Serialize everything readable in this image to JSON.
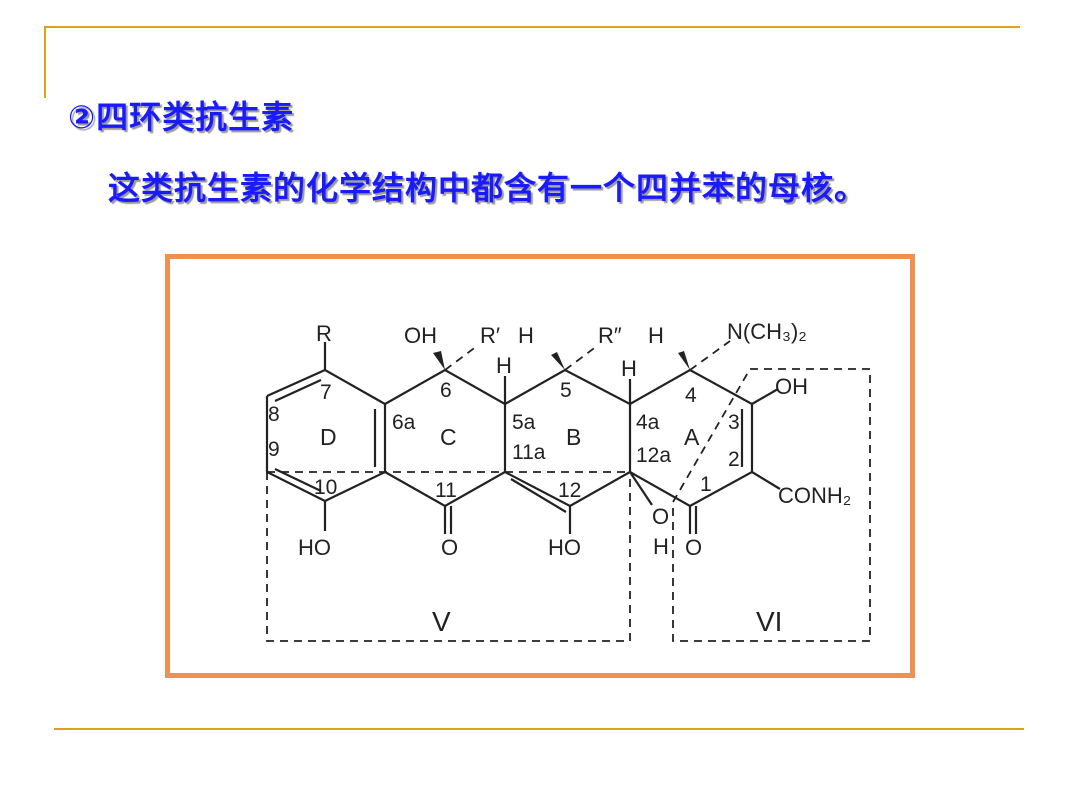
{
  "slide": {
    "heading": "②四环类抗生素",
    "description": "这类抗生素的化学结构中都含有一个四并苯的母核。"
  },
  "structure": {
    "substituents": {
      "R": "R",
      "OH_top": "OH",
      "R_prime": "R′",
      "H_top1": "H",
      "R_double_prime": "R″",
      "H_top2": "H",
      "NMe2": "N(CH₃)₂",
      "H_5a": "H",
      "H_4a": "H",
      "OH_3": "OH",
      "CONH2": "CONH₂",
      "HO_10": "HO",
      "O_11": "O",
      "HO_12": "HO",
      "OH_12a_O": "O",
      "OH_12a_H": "H",
      "O_1": "O"
    },
    "positions": [
      "7",
      "8",
      "9",
      "10",
      "6a",
      "6",
      "11",
      "5a",
      "11a",
      "5",
      "12",
      "4a",
      "12a",
      "4",
      "3",
      "2",
      "1"
    ],
    "rings": [
      "D",
      "C",
      "B",
      "A"
    ],
    "regions": [
      "V",
      "VI"
    ]
  }
}
